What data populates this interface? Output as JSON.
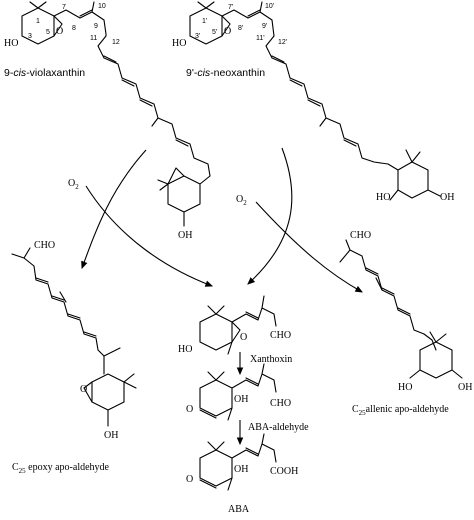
{
  "compounds": {
    "violaxanthin": {
      "name_prefix": "9-",
      "name_italic": "cis",
      "name_suffix": "-violaxanthin",
      "ring_numbers": [
        "1",
        "3",
        "5",
        "7",
        "8",
        "9",
        "10",
        "11",
        "12"
      ]
    },
    "neoxanthin": {
      "name_prefix": "9'-",
      "name_italic": "cis",
      "name_suffix": "-neoxanthin",
      "ring_numbers": [
        "1'",
        "3'",
        "5'",
        "7'",
        "8'",
        "9'",
        "10'",
        "11'",
        "12'"
      ]
    },
    "c25_epoxy": {
      "sub": "25",
      "rest": " epoxy apo-aldehyde",
      "cho": "CHO"
    },
    "c25_allenic": {
      "sub": "25",
      "rest": "allenic apo-aldehyde",
      "cho": "CHO"
    },
    "xanthoxin": {
      "name": "Xanthoxin",
      "cho": "CHO"
    },
    "aba_aldehyde": {
      "name": "ABA-aldehyde",
      "cho": "CHO"
    },
    "aba": {
      "name": "ABA",
      "cooh": "COOH"
    }
  },
  "atoms": {
    "ho": "HO",
    "oh": "OH",
    "o": "O",
    "c": "C",
    "o2_main": "O",
    "o2_sub": "2"
  }
}
